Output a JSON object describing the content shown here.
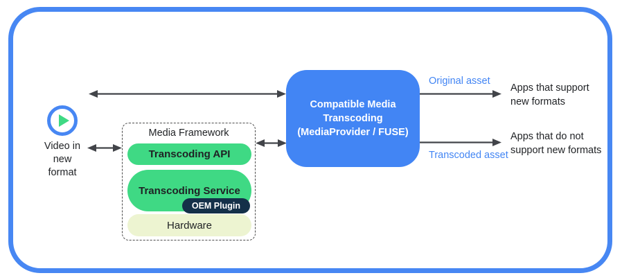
{
  "colors": {
    "border-blue": "#4787f3",
    "box-blue": "#4285f4",
    "green": "#3fd984",
    "navy": "#143049",
    "pale": "#edf4d1",
    "arrow": "#424449",
    "text": "#1f2124",
    "asset-blue": "#4285f4"
  },
  "nodes": {
    "video_label": "Video in\nnew\nformat",
    "framework": {
      "title": "Media Framework",
      "transcoding_api": "Transcoding API",
      "transcoding_service": "Transcoding Service",
      "oem_plugin": "OEM Plugin",
      "hardware": "Hardware"
    },
    "transcoder_label": "Compatible Media\nTranscoding\n(MediaProvider / FUSE)",
    "outputs": {
      "original_asset": "Original asset",
      "transcoded_asset": "Transcoded asset",
      "apps_support": "Apps that support\nnew formats",
      "apps_not_support": "Apps that do not\nsupport new formats"
    }
  }
}
